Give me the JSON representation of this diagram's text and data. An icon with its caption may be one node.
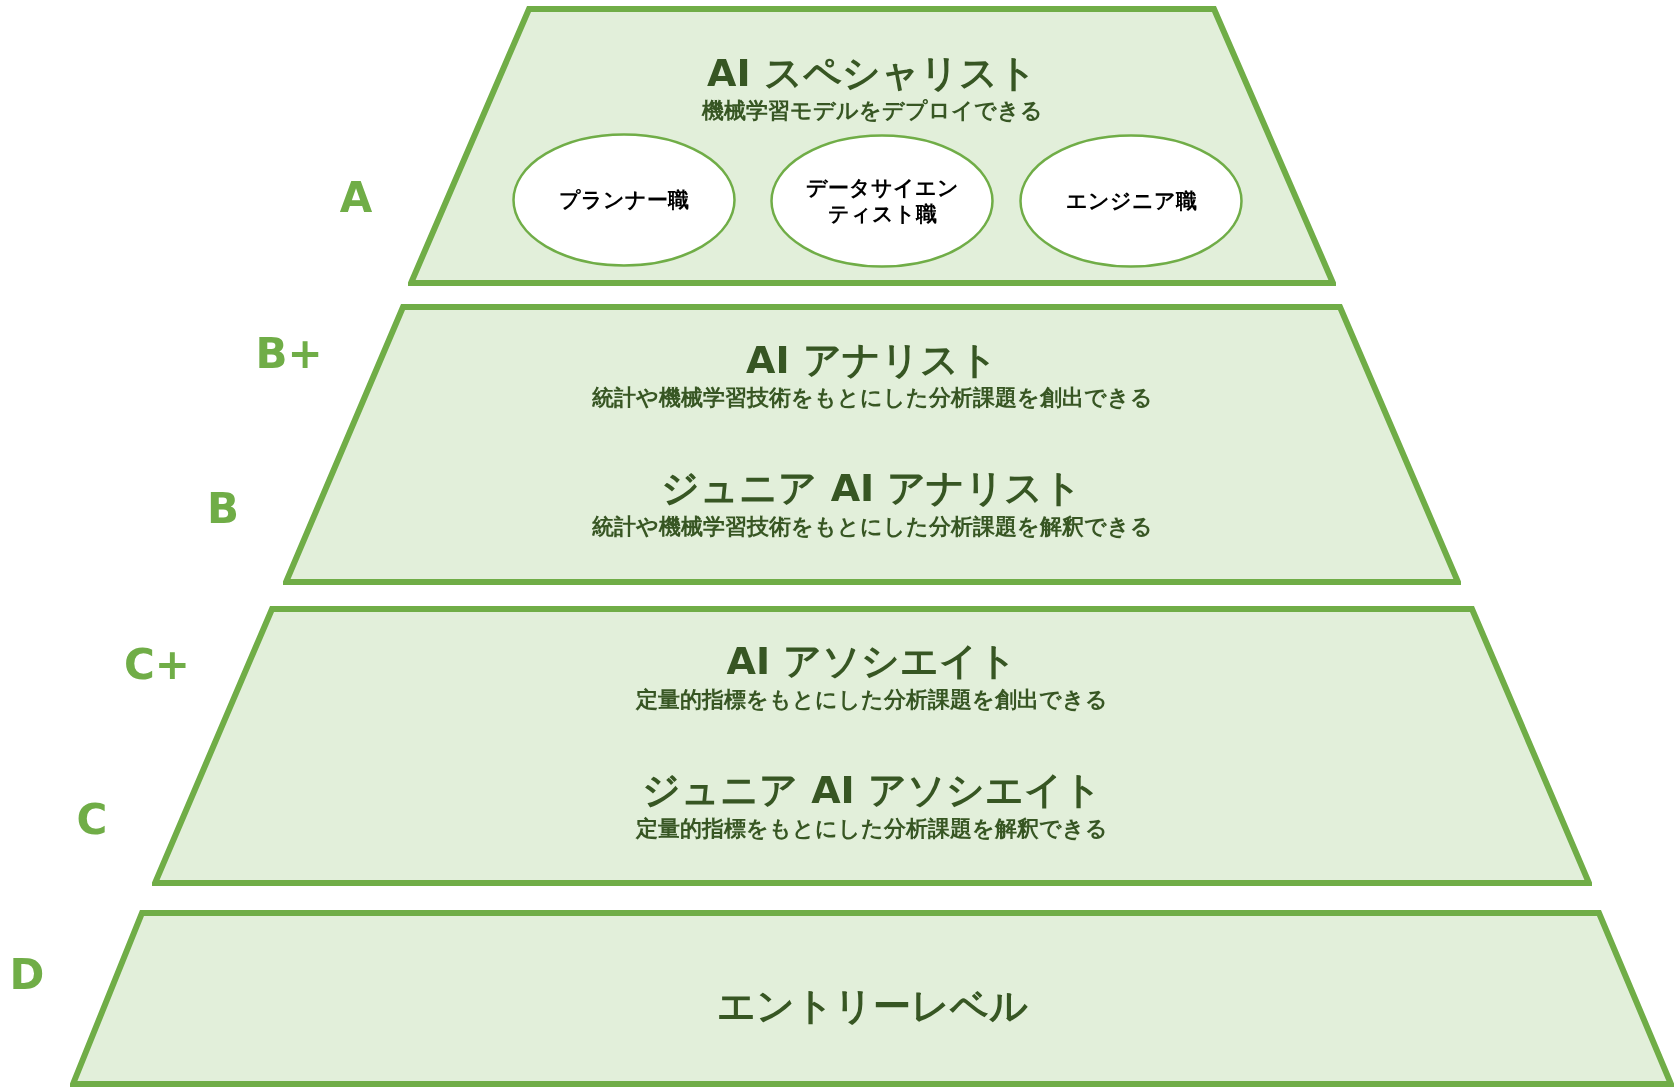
{
  "diagram": {
    "nodes": [
      {
        "text": [
          "AI スペシャリスト",
          "機械学習モデルをデプロイできる"
        ]
      },
      {
        "text": [
          "プランナー職"
        ],
        "in": 0
      },
      {
        "text": [
          "データサイエンティスト職"
        ],
        "in": 0
      },
      {
        "text": [
          "エンジニア職"
        ],
        "in": 0
      },
      {
        "text": [
          "AI アナリスト",
          "統計や機械学習技術をもとにした分析課題を創出できる",
          "ジュニア AI アナリスト",
          "統計や機械学習技術をもとにした分析課題を解釈できる"
        ]
      },
      {
        "text": [
          "AI アソシエイト",
          "定量的指標をもとにした分析課題を創出できる",
          "ジュニア AI アソシエイト",
          "定量的指標をもとにした分析課題を解釈できる"
        ]
      },
      {
        "text": [
          "エントリーレベル"
        ]
      }
    ],
    "labels": [
      "A",
      "B+",
      "B",
      "C+",
      "C",
      "D"
    ]
  }
}
